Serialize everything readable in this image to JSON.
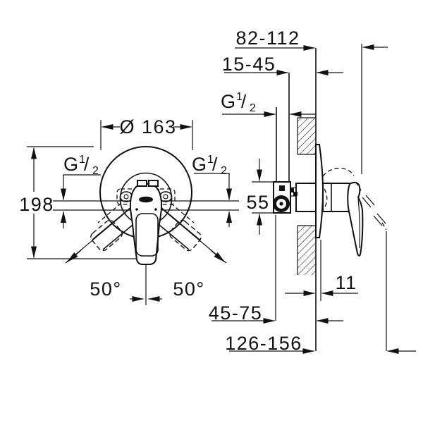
{
  "page": {
    "background_color": "#ffffff",
    "line_color": "#111111",
    "description_name": "technical-dimension-drawing"
  },
  "front_view": {
    "diameter_label": "Ø 163",
    "height_label": "198",
    "swivel_angle_left_label": "50°",
    "swivel_angle_right_label": "50°",
    "thread_left": {
      "base": "G",
      "numerator": "1",
      "slash": "/",
      "denominator": "2"
    },
    "thread_right": {
      "base": "G",
      "numerator": "1",
      "slash": "/",
      "denominator": "2"
    }
  },
  "side_view": {
    "install_depth_range_label": "82-112",
    "rough_in_depth_range_label": "15-45",
    "thread": {
      "base": "G",
      "numerator": "1",
      "slash": "/",
      "denominator": "2"
    },
    "body_height_label": "55",
    "escutcheon_depth_label": "11",
    "lever_depth_range_label": "45-75",
    "overall_depth_range_label": "126-156"
  }
}
